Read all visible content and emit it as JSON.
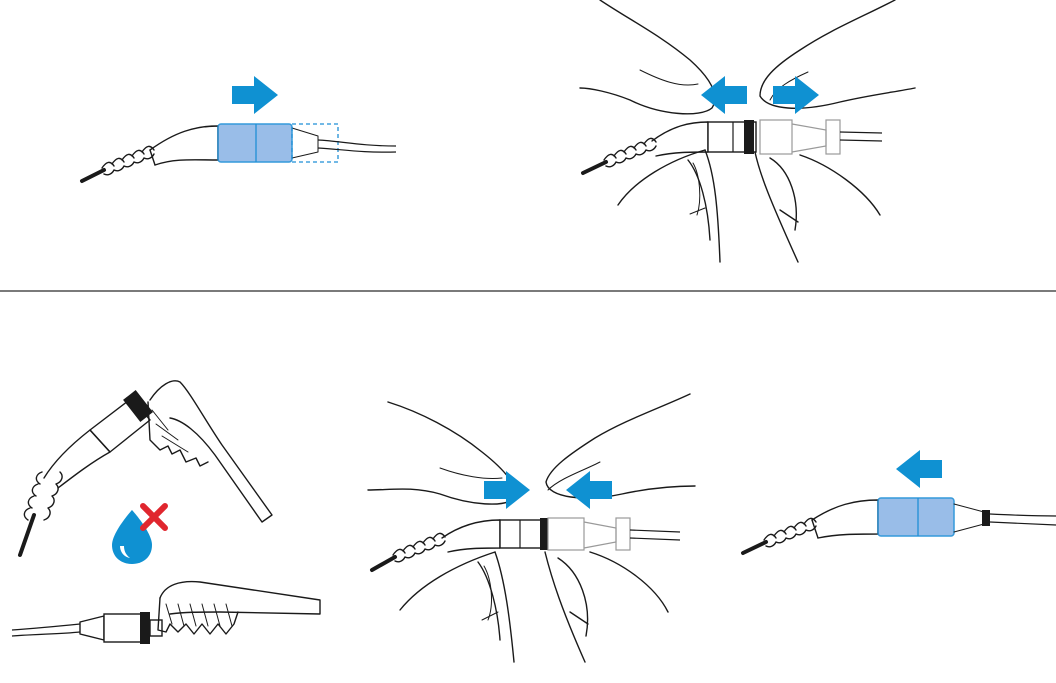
{
  "colors": {
    "arrow": "#0f91d2",
    "sleeve_fill": "#8fb6e6",
    "sleeve_stroke": "#1f8fd6",
    "divider": "#7a7a7a",
    "no_water_drop": "#0f91d2",
    "no_water_cross": "#e0262e"
  },
  "icons": [
    "arrow-right-icon",
    "arrow-left-icon",
    "water-drop-icon",
    "prohibited-cross-icon"
  ],
  "steps": [
    {
      "id": "slide-sleeve-off",
      "arrows": [
        "right"
      ]
    },
    {
      "id": "pull-apart",
      "arrows": [
        "left",
        "right"
      ]
    },
    {
      "id": "clean-with-brush-no-water",
      "arrows": []
    },
    {
      "id": "push-together",
      "arrows": [
        "right",
        "left"
      ]
    },
    {
      "id": "slide-sleeve-back",
      "arrows": [
        "left"
      ]
    }
  ]
}
